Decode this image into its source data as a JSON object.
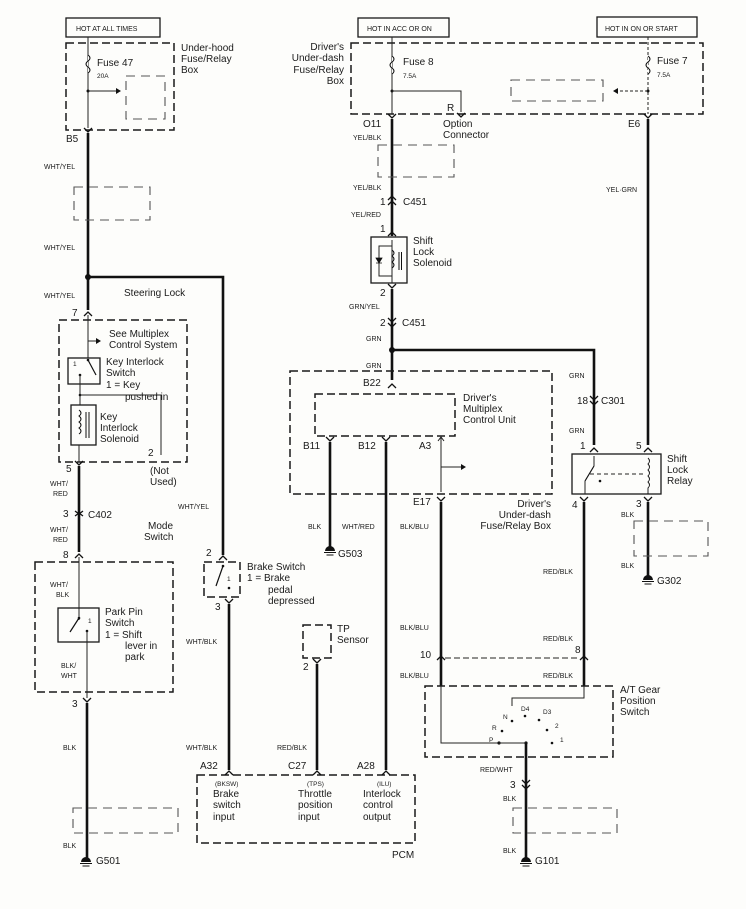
{
  "power_sources": {
    "hot_at_all_times": "HOT AT ALL TIMES",
    "hot_in_acc_or_on": "HOT IN ACC OR ON",
    "hot_in_on_or_start": "HOT IN ON OR START"
  },
  "underhood_box": {
    "name": [
      "Under-hood",
      "Fuse/Relay",
      "Box"
    ],
    "fuse": "Fuse 47",
    "rating": "20A",
    "terminal": "B5"
  },
  "underdash_box": {
    "name": [
      "Driver's",
      "Under-dash",
      "Fuse/Relay",
      "Box"
    ],
    "fuse8": "Fuse 8",
    "fuse8_rating": "7.5A",
    "fuse7": "Fuse 7",
    "fuse7_rating": "7.5A",
    "terminal_r": "R",
    "terminal_o11": "O11",
    "terminal_e6": "E6",
    "option_connector": [
      "Option",
      "Connector"
    ]
  },
  "left_circuit": {
    "wire_wht_yel": "WHT/YEL",
    "steering_lock": "Steering Lock",
    "pin7": "7",
    "see_multiplex": [
      "See Multiplex",
      "Control System"
    ],
    "key_interlock_switch": [
      "Key Interlock",
      "Switch",
      "1 =  Key",
      "pushed in"
    ],
    "key_interlock_switch_pos": "1",
    "key_interlock_solenoid": [
      "Key",
      "Interlock",
      "Solenoid"
    ],
    "pin2": "2",
    "not_used": [
      "(Not",
      "Used)"
    ],
    "pin5": "5",
    "wire_wht_red": [
      "WHT/",
      "RED"
    ],
    "c402_pin": "3",
    "c402": "C402",
    "pin8": "8",
    "mode_switch": [
      "Mode",
      "Switch"
    ],
    "wire_wht_blk": [
      "WHT/",
      "BLK"
    ],
    "park_pin_switch": [
      "Park Pin",
      "Switch",
      "1 =  Shift",
      "lever in",
      "park"
    ],
    "park_pin_pos": "1",
    "wire_blk_wht": [
      "BLK/",
      "WHT"
    ],
    "pin3": "3",
    "wire_blk": "BLK",
    "ground": "G501"
  },
  "brake_switch": {
    "wire_in": "WHT/YEL",
    "pin_in": "2",
    "label": [
      "Brake Switch",
      "1 = Brake",
      "pedal",
      "depressed"
    ],
    "pos": "1",
    "pin_out": "3",
    "wire_out": "WHT/BLK"
  },
  "tp_sensor": {
    "label": [
      "TP",
      "Sensor"
    ],
    "pin": "2",
    "wire": "RED/BLK"
  },
  "pcm": {
    "name": "PCM",
    "terminals": [
      {
        "pin": "A32",
        "code": "(BKSW)",
        "desc": [
          "Brake",
          "switch",
          "input"
        ]
      },
      {
        "pin": "C27",
        "code": "(TPS)",
        "desc": [
          "Throttle",
          "position",
          "input"
        ]
      },
      {
        "pin": "A28",
        "code": "(ILU)",
        "desc": [
          "Interlock",
          "control",
          "output"
        ]
      }
    ]
  },
  "shift_lock_solenoid_circuit": {
    "wire_yel_blk": "YEL/BLK",
    "c451_pin1": "1",
    "c451": "C451",
    "wire_yel_red": "YEL/RED",
    "solenoid_pin1": "1",
    "solenoid": [
      "Shift",
      "Lock",
      "Solenoid"
    ],
    "solenoid_pin2": "2",
    "wire_grn_yel": "GRN/YEL",
    "c451_pin2": "2",
    "wire_grn": "GRN"
  },
  "multiplex_unit": {
    "name": [
      "Driver's",
      "Multiplex",
      "Control Unit"
    ],
    "box_name": [
      "Driver's",
      "Under-dash",
      "Fuse/Relay Box"
    ],
    "b22": "B22",
    "b11": "B11",
    "b12": "B12",
    "a3": "A3",
    "e17": "E17",
    "b11_wire": "BLK",
    "b12_wire": "WHT/RED",
    "b11_ground": "G503",
    "e17_wire": "BLK/BLU"
  },
  "shift_lock_relay": {
    "wire_yel_grn": "YEL·GRN",
    "wire_grn": "GRN",
    "c301_pin": "18",
    "c301": "C301",
    "pin1": "1",
    "pin5": "5",
    "label": [
      "Shift",
      "Lock",
      "Relay"
    ],
    "pin4": "4",
    "pin3": "3",
    "wire_blk": "BLK",
    "ground": "G302",
    "wire_red_blk": "RED/BLK"
  },
  "gear_switch": {
    "label": [
      "A/T Gear",
      "Position",
      "Switch"
    ],
    "pin10": "10",
    "pin8": "8",
    "positions": [
      "P",
      "R",
      "N",
      "D4",
      "D3",
      "2",
      "1"
    ],
    "wire_out": "RED/WHT",
    "pin3": "3",
    "wire_blk": "BLK",
    "ground": "G101"
  }
}
